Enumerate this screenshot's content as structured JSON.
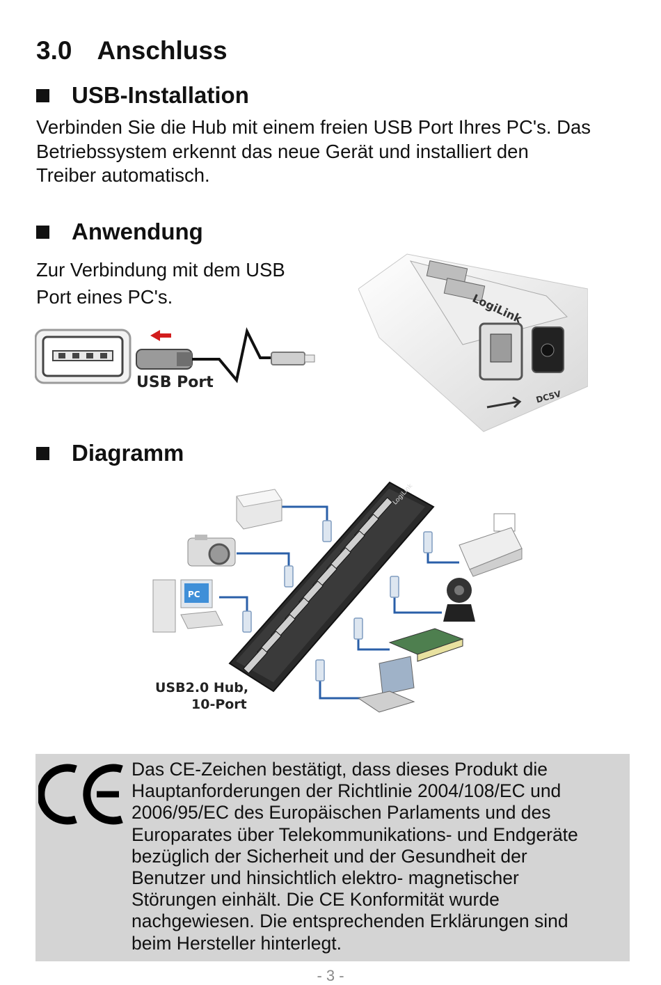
{
  "heading": {
    "number": "3.0",
    "title": "Anschluss"
  },
  "sections": {
    "usb_installation": {
      "title": "USB-Installation",
      "lines": [
        "Verbinden Sie die Hub mit einem freien USB Port Ihres PC's. Das",
        "Betriebssystem erkennt das neue Gerät und installiert den",
        "Treiber automatisch."
      ]
    },
    "anwendung": {
      "title": "Anwendung",
      "lines": [
        "Zur Verbindung mit dem USB",
        "Port eines PC's."
      ],
      "usb_port_label": "USB Port",
      "hub_brand": "LogiLink",
      "hub_power_label": "DC5V"
    },
    "diagramm": {
      "title": "Diagramm",
      "hub_caption_line1": "USB2.0 Hub,",
      "hub_caption_line2": "10-Port",
      "hub_brand": "LogiLink",
      "pc_label": "PC"
    }
  },
  "ce_notice": {
    "lines": [
      "Das CE-Zeichen bestätigt, dass dieses Produkt die",
      "Hauptanforderungen der Richtlinie 2004/108/EC und",
      "2006/95/EC des Europäischen Parlaments und des",
      "Europarates über Telekommunikations- und Endgeräte",
      "bezüglich der Sicherheit und der Gesundheit der",
      "Benutzer und hinsichtlich elektro- magnetischer",
      "Störungen einhält. Die CE Konformität wurde",
      "nachgewiesen. Die entsprechenden Erklärungen sind",
      "beim Hersteller hinterlegt."
    ]
  },
  "page_number": "- 3 -",
  "colors": {
    "cable_blue": "#2a5fa8",
    "ce_box_bg": "#d4d4d4",
    "text": "#111111"
  }
}
